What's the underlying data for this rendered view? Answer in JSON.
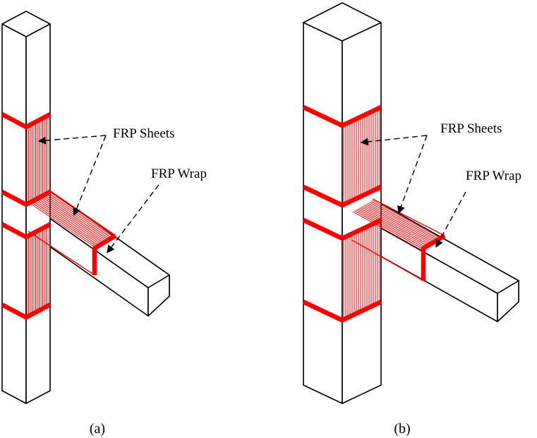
{
  "figures": [
    {
      "id": "a",
      "caption": "(a)",
      "sheets_label": "FRP Sheets",
      "wrap_label": "FRP Wrap"
    },
    {
      "id": "b",
      "caption": "(b)",
      "sheets_label": "FRP Sheets",
      "wrap_label": "FRP Wrap"
    }
  ],
  "colors": {
    "frp": "#ff0000",
    "outline": "#000000",
    "background": "#ffffff"
  }
}
